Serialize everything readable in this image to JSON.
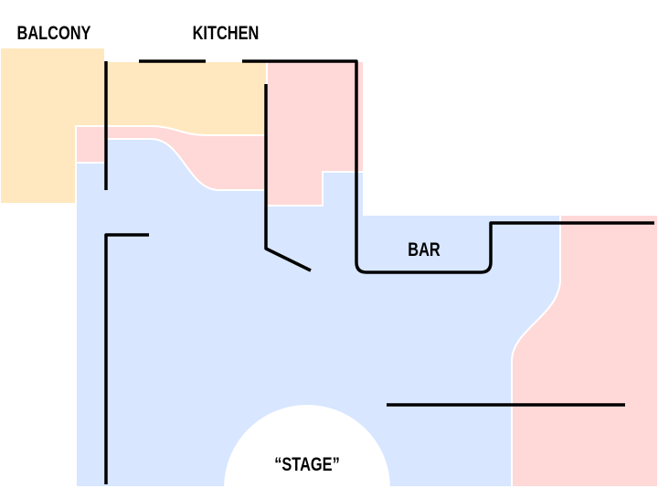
{
  "labels": {
    "balcony": "BALCONY",
    "kitchen": "KITCHEN",
    "bar": "BAR",
    "stage": "“STAGE”"
  },
  "colors": {
    "yellow_zone": "#FFE8BF",
    "pink_zone": "#FFD8D8",
    "blue_zone": "#D8E6FF",
    "wall": "#000000"
  }
}
